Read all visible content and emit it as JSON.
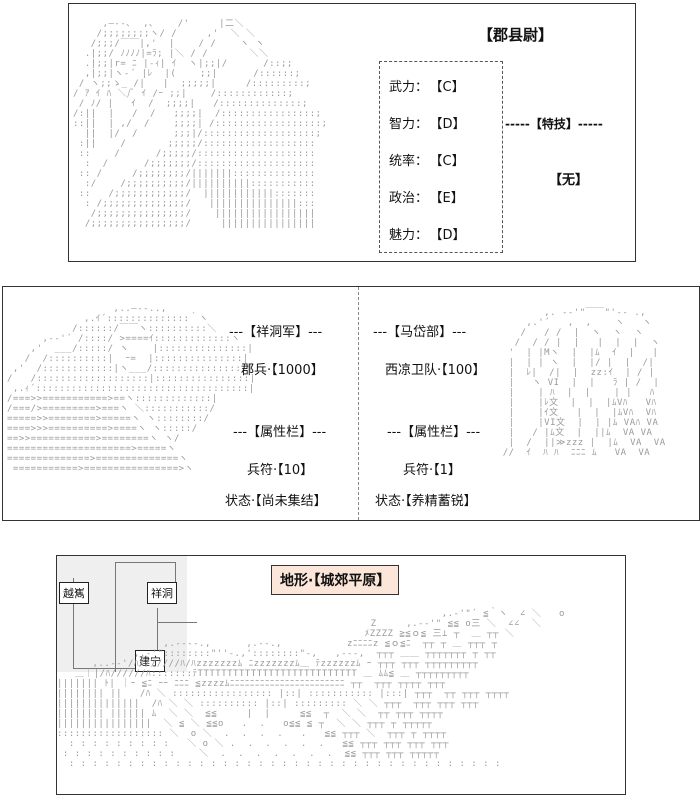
{
  "panel1": {
    "title": "【郡县尉】",
    "stats": [
      {
        "label": "武力：",
        "grade": "【C】"
      },
      {
        "label": "智力：",
        "grade": "【D】"
      },
      {
        "label": "统率：",
        "grade": "【C】"
      },
      {
        "label": "政治：",
        "grade": "【E】"
      },
      {
        "label": "魅力：",
        "grade": "【D】"
      }
    ],
    "skill_label": "-----【特技】-----",
    "skill_value": "【无】"
  },
  "panel2": {
    "left": {
      "faction": "---【祥洞军】---",
      "troops": "郡兵·【1000】",
      "attr_header": "---【属性栏】---",
      "attr": "兵符·【10】",
      "status": "状态·【尚未集结】"
    },
    "right": {
      "faction": "---【马岱部】---",
      "troops": "西凉卫队·【100】",
      "attr_header": "---【属性栏】---",
      "attr": "兵符·【1】",
      "status": "状态·【养精蓄锐】"
    }
  },
  "panel3": {
    "terrain": "地形·【城郊平原】",
    "map_nodes": [
      "越嶲",
      "祥洞",
      "建宁"
    ]
  }
}
